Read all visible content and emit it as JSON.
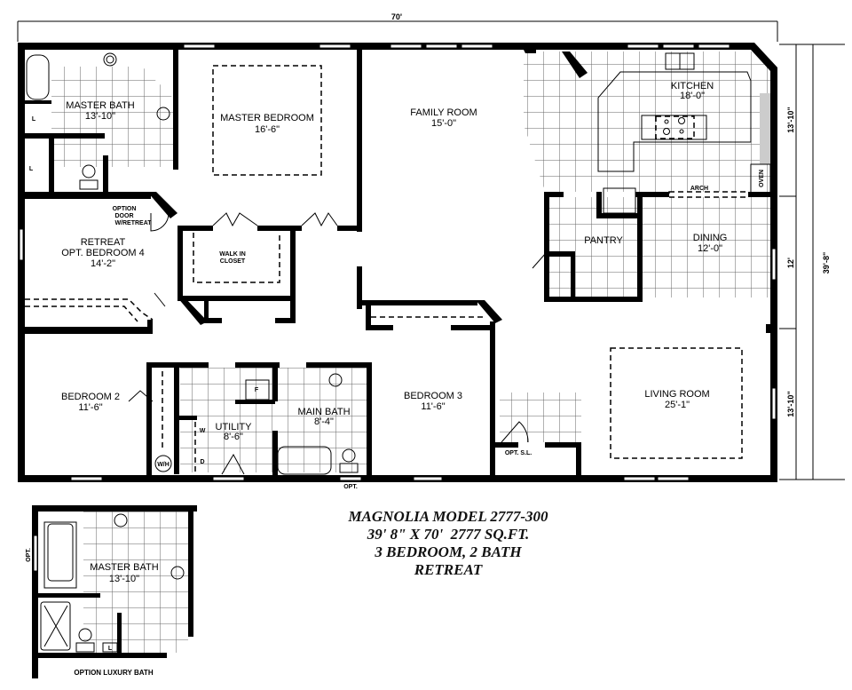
{
  "title_block": {
    "line1": "MAGNOLIA MODEL 2777-300",
    "line2": "39' 8\" X 70'  2777 SQ.FT.",
    "line3": "3 BEDROOM, 2 BATH",
    "line4": "RETREAT"
  },
  "dimensions": {
    "overall_width": "70'",
    "overall_depth": "39'-8\"",
    "segment_top": "13'-10\"",
    "segment_middle": "12'",
    "segment_bottom": "13'-10\""
  },
  "rooms": {
    "master_bath": {
      "name": "MASTER BATH",
      "size": "13'-10\""
    },
    "master_bedroom": {
      "name": "MASTER BEDROOM",
      "size": "16'-6\""
    },
    "family_room": {
      "name": "FAMILY ROOM",
      "size": "15'-0\""
    },
    "kitchen": {
      "name": "KITCHEN",
      "size": "18'-0\""
    },
    "retreat": {
      "name": "RETREAT",
      "subname": "OPT. BEDROOM 4",
      "size": "14'-2\""
    },
    "walk_in_closet": {
      "line1": "WALK IN",
      "line2": "CLOSET"
    },
    "pantry": {
      "name": "PANTRY"
    },
    "dining": {
      "name": "DINING",
      "size": "12'-0\""
    },
    "bedroom_2": {
      "name": "BEDROOM 2",
      "size": "11'-6\""
    },
    "utility": {
      "name": "UTILITY",
      "size": "8'-6\""
    },
    "main_bath": {
      "name": "MAIN BATH",
      "size": "8'-4\""
    },
    "bedroom_3": {
      "name": "BEDROOM 3",
      "size": "11'-6\""
    },
    "living_room": {
      "name": "LIVING ROOM",
      "size": "25'-1\""
    }
  },
  "annotations": {
    "option_door_1": "OPTION",
    "option_door_2": "DOOR",
    "option_door_3": "W/RETREAT",
    "arch": "ARCH",
    "oven": "OVEN",
    "opt_sl": "OPT. S.L.",
    "opt_window": "OPT.",
    "linen": "L",
    "furnace": "F",
    "washer": "W",
    "dryer": "D",
    "water_heater": "W/H"
  },
  "inset": {
    "room_name": "MASTER BATH",
    "room_size": "13'-10\"",
    "caption": "OPTION LUXURY BATH",
    "opt_window": "OPT.",
    "linen": "L"
  }
}
